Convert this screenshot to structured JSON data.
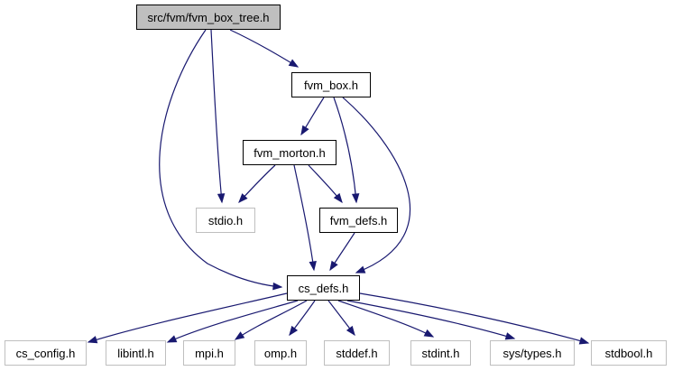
{
  "colors": {
    "edge": "#191970",
    "root_fill": "#bfbfbf",
    "documented_border": "#000000",
    "external_border": "#bfbfbf"
  },
  "graph": {
    "nodes": [
      {
        "id": "root",
        "label": "src/fvm/fvm_box_tree.h",
        "kind": "root"
      },
      {
        "id": "fvm_box",
        "label": "fvm_box.h",
        "kind": "documented"
      },
      {
        "id": "fvm_morton",
        "label": "fvm_morton.h",
        "kind": "documented"
      },
      {
        "id": "stdio",
        "label": "stdio.h",
        "kind": "external"
      },
      {
        "id": "fvm_defs",
        "label": "fvm_defs.h",
        "kind": "documented"
      },
      {
        "id": "cs_defs",
        "label": "cs_defs.h",
        "kind": "documented"
      },
      {
        "id": "cs_config",
        "label": "cs_config.h",
        "kind": "external"
      },
      {
        "id": "libintl",
        "label": "libintl.h",
        "kind": "external"
      },
      {
        "id": "mpi",
        "label": "mpi.h",
        "kind": "external"
      },
      {
        "id": "omp",
        "label": "omp.h",
        "kind": "external"
      },
      {
        "id": "stddef",
        "label": "stddef.h",
        "kind": "external"
      },
      {
        "id": "stdint",
        "label": "stdint.h",
        "kind": "external"
      },
      {
        "id": "sys_types",
        "label": "sys/types.h",
        "kind": "external"
      },
      {
        "id": "stdbool",
        "label": "stdbool.h",
        "kind": "external"
      }
    ],
    "edges": [
      {
        "from": "root",
        "to": "fvm_box"
      },
      {
        "from": "root",
        "to": "stdio"
      },
      {
        "from": "root",
        "to": "cs_defs"
      },
      {
        "from": "fvm_box",
        "to": "fvm_morton"
      },
      {
        "from": "fvm_box",
        "to": "fvm_defs"
      },
      {
        "from": "fvm_box",
        "to": "cs_defs"
      },
      {
        "from": "fvm_morton",
        "to": "stdio"
      },
      {
        "from": "fvm_morton",
        "to": "fvm_defs"
      },
      {
        "from": "fvm_morton",
        "to": "cs_defs"
      },
      {
        "from": "fvm_defs",
        "to": "cs_defs"
      },
      {
        "from": "cs_defs",
        "to": "cs_config"
      },
      {
        "from": "cs_defs",
        "to": "libintl"
      },
      {
        "from": "cs_defs",
        "to": "mpi"
      },
      {
        "from": "cs_defs",
        "to": "omp"
      },
      {
        "from": "cs_defs",
        "to": "stddef"
      },
      {
        "from": "cs_defs",
        "to": "stdint"
      },
      {
        "from": "cs_defs",
        "to": "sys_types"
      },
      {
        "from": "cs_defs",
        "to": "stdbool"
      }
    ]
  }
}
